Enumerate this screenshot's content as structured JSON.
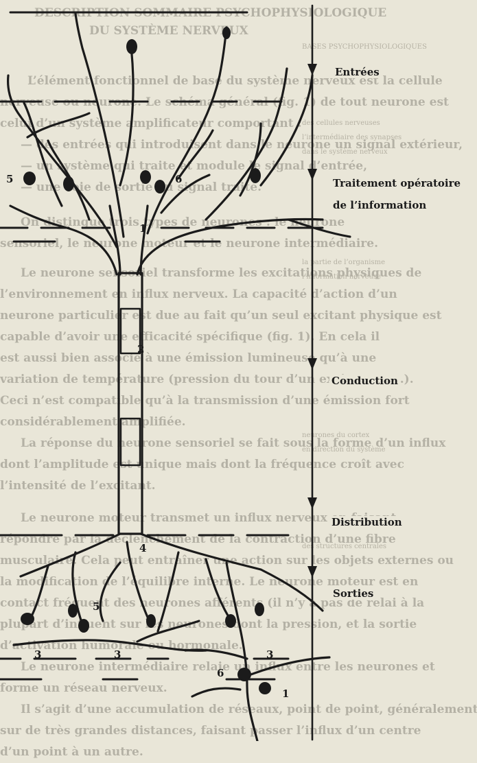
{
  "diagram": {
    "labels": {
      "entrees": "Entrées",
      "traitement_1": "Traitement opératoire",
      "traitement_2": "de l’information",
      "conduction": "Conduction",
      "distribution": "Distribution",
      "sorties": "Sorties"
    },
    "numbers": {
      "n1_top": "1",
      "n2": "2",
      "n4": "4",
      "n5_left": "5",
      "n6_top": "6",
      "n5_bottom": "5",
      "n3_a": "3",
      "n3_b": "3",
      "n3_c": "3",
      "n6_bottom": "6",
      "n1_bottom": "1"
    }
  },
  "background_text": {
    "heading": "DESCRIPTION SOMMAIRE PSYCHOPHYSIOLOGIQUE",
    "subheading": "DU SYSTÈME NERVEUX",
    "lines": [
      "L’élément fonctionnel de base du système nerveux est la cellule",
      "nerveuse ou neurone. Le schéma général (fig. 1) de tout neurone est",
      "celui d’un système amplificateur comportant :",
      "— des entrées qui introduisent dans le neurone un signal extérieur,",
      "— un système qui traite et module le signal d’entrée,",
      "— une voie de sortie du signal traité.",
      "On distingue trois types de neurones : le neurone",
      "sensoriel, le neurone moteur et le neurone intermédiaire.",
      "Le neurone sensoriel transforme les excitations physiques de",
      "l’environnement en influx nerveux. La capacité d’action d’un",
      "neurone particulier est due au fait qu’un seul excitant physique est",
      "capable d’avoir une efficacité spécifique (fig. 1). En cela il",
      "est aussi bien associé à une émission lumineuse qu’à une",
      "variation de température (pression du tour d’un excitant, etc.).",
      "Ceci n’est compatible qu’à la transmission d’une émission fort",
      "considérablement amplifiée.",
      "La réponse du neurone sensoriel se fait sous la forme d’un influx",
      "dont l’amplitude est unique mais dont la fréquence croît avec",
      "l’intensité de l’excitant.",
      "Le neurone moteur transmet un influx nerveux en faisant",
      "répondre par la déclenchement de la contraction d’une fibre",
      "musculaire. Cela peut entraîner une action sur les objets externes ou",
      "la modification de l’équilibre interne. Le neurone moteur est en",
      "contact fréquent des neurones afférents (il n’y a pas de relai à la",
      "plupart d’influent sur les neurones dont la pression, et la sortie",
      "d’activation humorale ou hormonale.",
      "Le neurone intermédiaire relaie un influx entre les neurones et",
      "forme un réseau nerveux.",
      "Il s’agit d’une accumulation de réseaux, point de point, généralement",
      "sur de très grandes distances, faisant passer l’influx d’un centre",
      "d’un point à un autre."
    ],
    "faint_lines": [
      "BASES PSYCHOPHYSIOLOGIQUES",
      "des cellules nerveuses",
      "l’intermédiaire des synapses",
      "dans le système nerveux",
      "la partie de l’organisme",
      "l’information nerveuse",
      "neurones du cortex",
      "en direction du système",
      "des structures centrales"
    ]
  }
}
